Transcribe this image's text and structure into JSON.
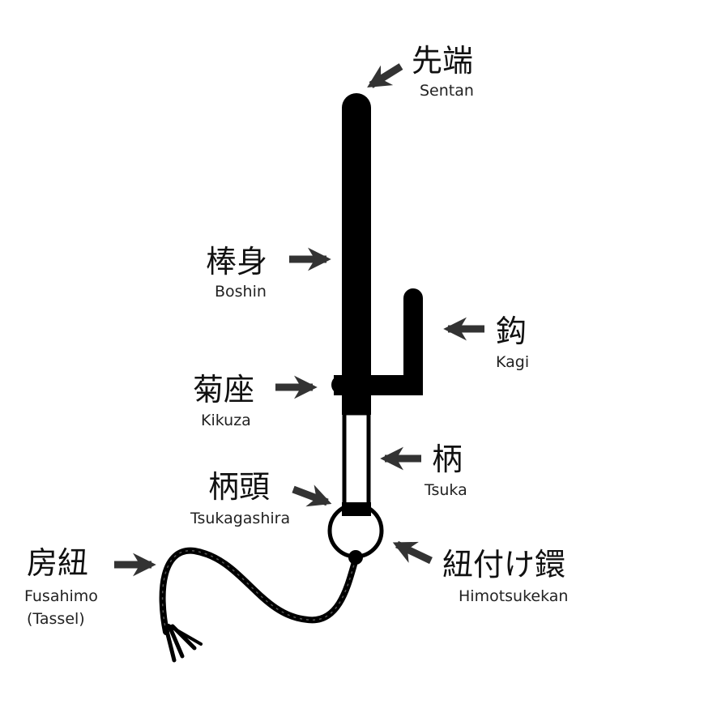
{
  "title": "Jitte parts diagram",
  "labels": {
    "sentan": {
      "jp": "先端",
      "en": "Sentan"
    },
    "boshin": {
      "jp": "棒身",
      "en": "Boshin"
    },
    "kagi": {
      "jp": "鈎",
      "en": "Kagi"
    },
    "kikuza": {
      "jp": "菊座",
      "en": "Kikuza"
    },
    "tsuka": {
      "jp": "柄",
      "en": "Tsuka"
    },
    "tsukagashira": {
      "jp": "柄頭",
      "en": "Tsukagashira"
    },
    "fusahimo": {
      "jp": "房紐",
      "en": "Fusahimo",
      "en2": "(Tassel)"
    },
    "himotsukekan": {
      "jp": "紐付け鐶",
      "en": "Himotsukekan"
    }
  },
  "colors": {
    "shape": "#000000",
    "arrow": "#333333",
    "text": "#111111"
  }
}
